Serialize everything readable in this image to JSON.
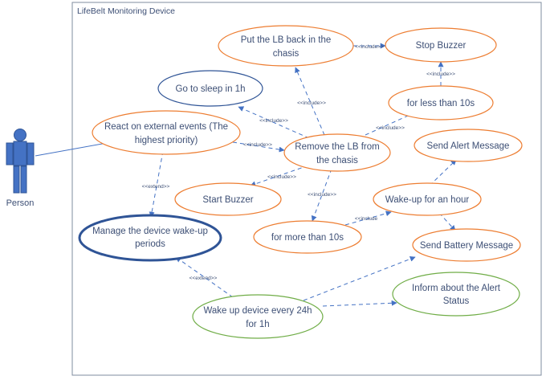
{
  "system": {
    "title": "LifeBelt Monitoring Device"
  },
  "actor": {
    "label": "Person"
  },
  "colors": {
    "orange": "#ed7d31",
    "blue": "#4472c4",
    "dark_blue": "#2f5496",
    "green": "#70ad47",
    "line": "#4472c4",
    "text": "#3d4f75"
  },
  "use_cases": {
    "put_back": [
      "Put the LB back in the",
      "chasis"
    ],
    "stop_buzzer": [
      "Stop Buzzer"
    ],
    "go_to_sleep": [
      "Go to sleep in 1h"
    ],
    "less_than_10s": [
      "for less than 10s"
    ],
    "react_external": [
      "React on external events (The",
      "highest priority)"
    ],
    "remove_lb": [
      "Remove the LB from",
      "the chasis"
    ],
    "send_alert": [
      "Send Alert Message"
    ],
    "start_buzzer": [
      "Start Buzzer"
    ],
    "wake_up_hour": [
      "Wake-up for an hour"
    ],
    "manage_wakeup": [
      "Manage the device wake-up",
      "periods"
    ],
    "more_than_10s": [
      "for more than 10s"
    ],
    "send_battery": [
      "Send Battery Message"
    ],
    "inform_alert": [
      "Inform about the Alert",
      "Status"
    ],
    "wake_up_24h": [
      "Wake up device every 24h",
      "for 1h"
    ]
  },
  "relations": {
    "include": "<<include>>",
    "include_trunc": "<<include",
    "extend": "<<extend>>"
  }
}
